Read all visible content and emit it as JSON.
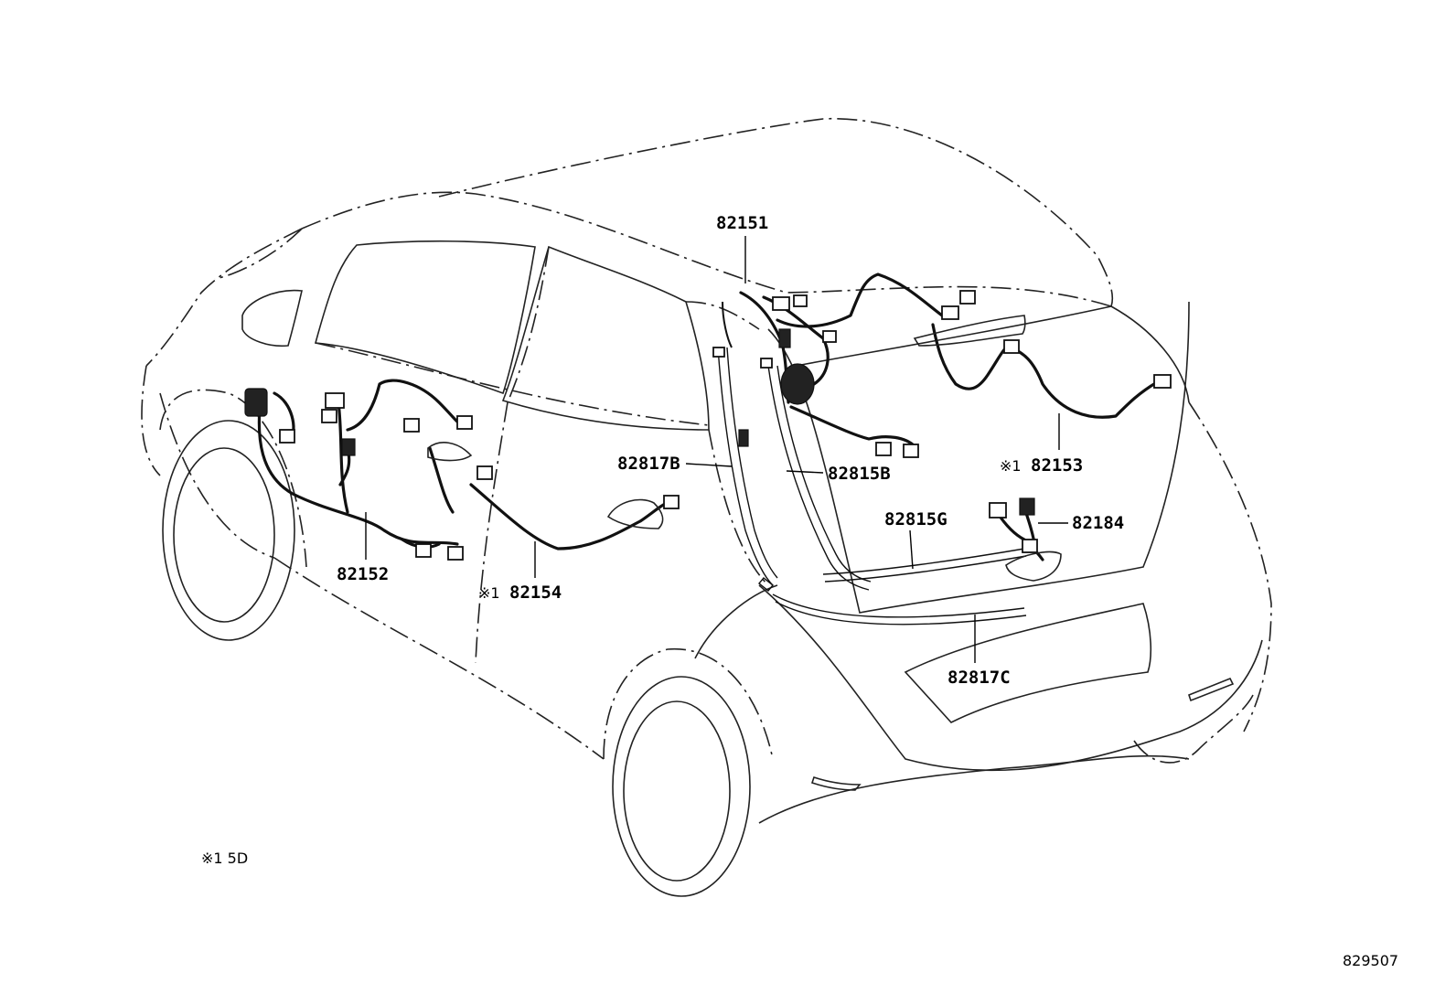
{
  "callouts": {
    "p82151": "82151",
    "p82152": "82152",
    "p82153": "82153",
    "p82154": "82154",
    "p82184": "82184",
    "p82815B": "82815B",
    "p82815G": "82815G",
    "p82817B": "82817B",
    "p82817C": "82817C"
  },
  "notes": {
    "marker": "※1",
    "footnote": "※1 5D"
  },
  "reference_number": "829507"
}
